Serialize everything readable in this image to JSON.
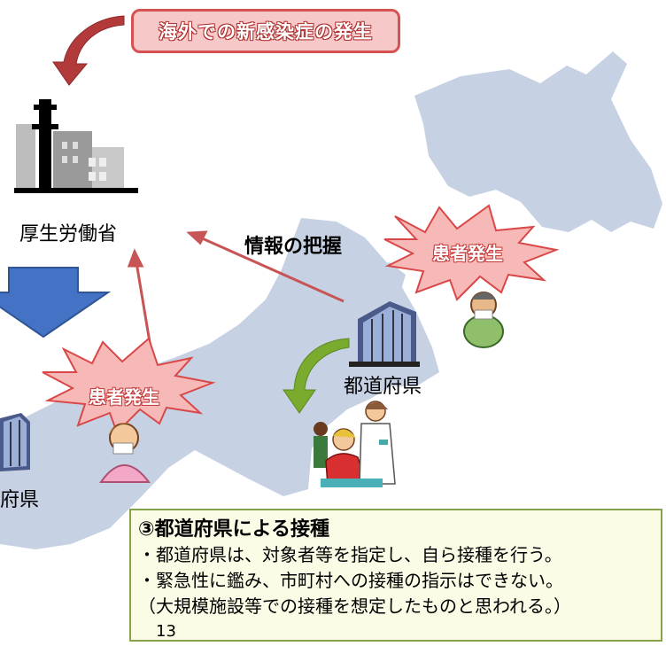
{
  "banner": {
    "text": "海外での新感染症の発生"
  },
  "labels": {
    "ministry": "厚生労働省",
    "info": "情報の把握",
    "prefecture": "都道府県",
    "prefecture_partial": "府県"
  },
  "bursts": {
    "right": "患者発生",
    "left": "患者発生"
  },
  "note": {
    "title": "③都道府県による接種",
    "line1": "・都道府県は、対象者等を指定し、自ら接種を行う。",
    "line2": "・緊急性に鑑み、市町村への接種の指示はできない。",
    "line3": "（大規模施設等での接種を想定したものと思われる。）"
  },
  "page_number": "13",
  "colors": {
    "map": "#c6d1e4",
    "banner_fill": "#f7c8c8",
    "banner_border": "#d65252",
    "burst_fill": "#f7b8b8",
    "burst_border": "#d94848",
    "down_arrow": "#4472c4",
    "green_arrow": "#7aab2e",
    "red_arrow": "#b23a3a",
    "note_border": "#86a34a",
    "note_fill": "#fbfbe6"
  }
}
